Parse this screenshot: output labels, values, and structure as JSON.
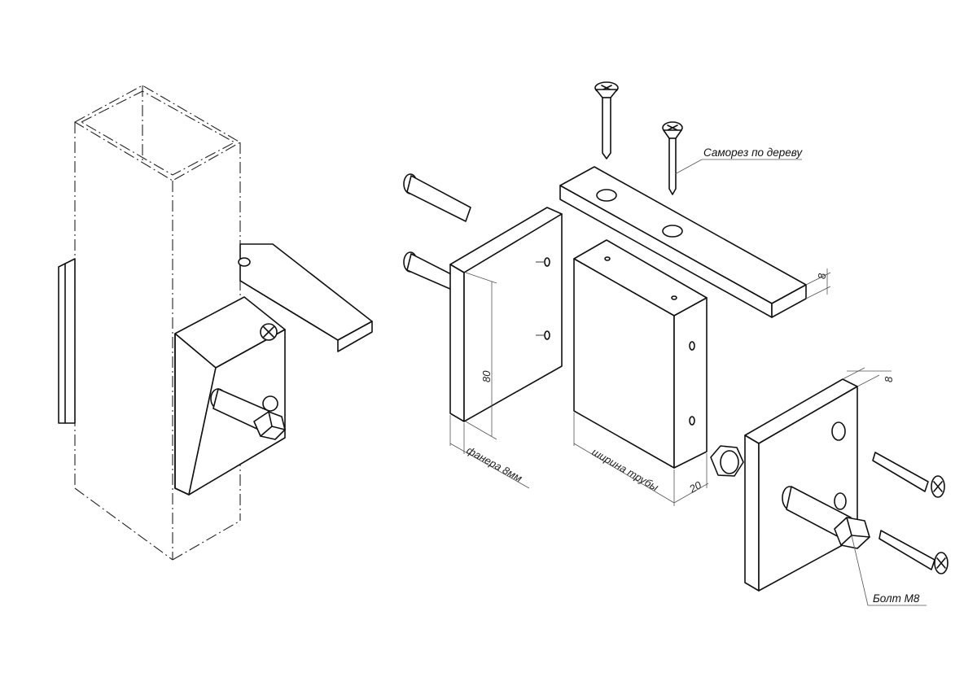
{
  "labels": {
    "screw": "Саморез по дереву",
    "bolt": "Болт М8"
  },
  "dimensions": {
    "plywood_thickness": "фанера 8мм",
    "tube_width": "ширина трубы",
    "height": "80",
    "block_depth": "20",
    "strip_thickness": "8",
    "plate_thickness": "8"
  },
  "colors": {
    "stroke": "#111111",
    "background": "#ffffff"
  }
}
